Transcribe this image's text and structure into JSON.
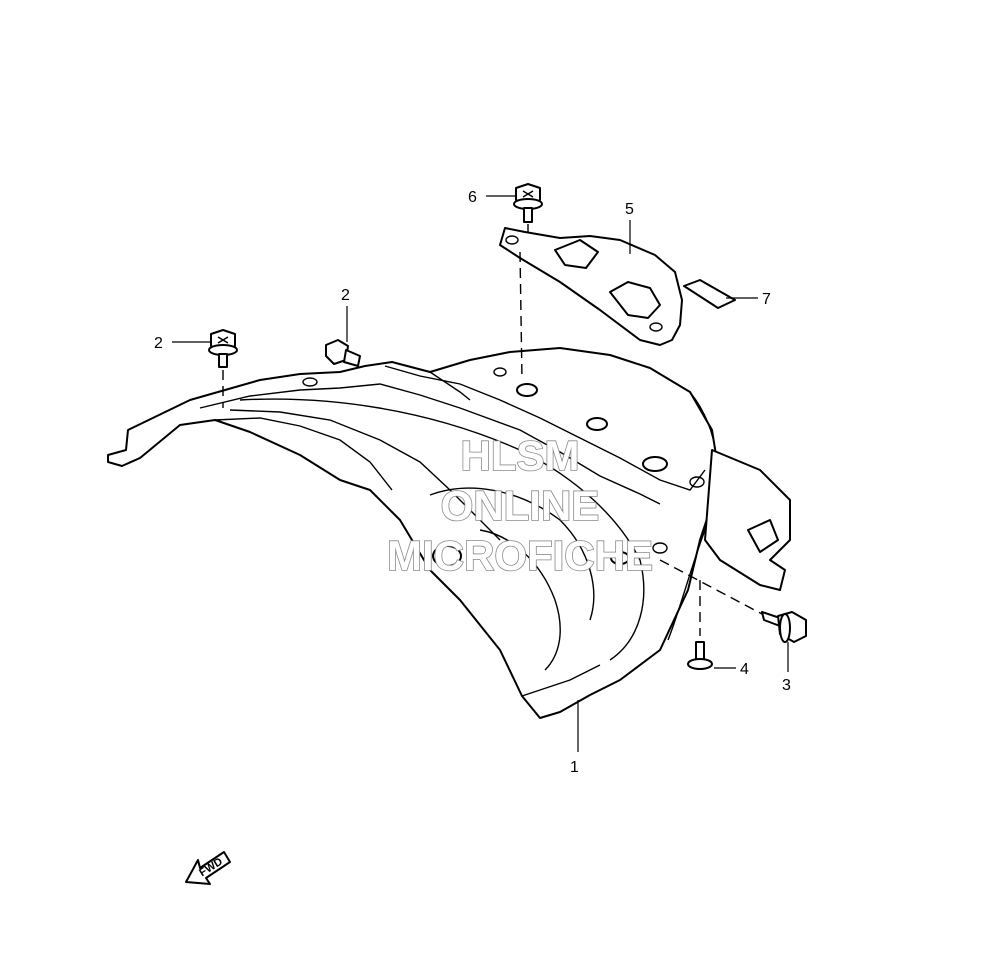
{
  "callouts": [
    {
      "id": "c1",
      "label": "1"
    },
    {
      "id": "c2a",
      "label": "2"
    },
    {
      "id": "c2b",
      "label": "2"
    },
    {
      "id": "c3",
      "label": "3"
    },
    {
      "id": "c4",
      "label": "4"
    },
    {
      "id": "c5",
      "label": "5"
    },
    {
      "id": "c6",
      "label": "6"
    },
    {
      "id": "c7",
      "label": "7"
    }
  ],
  "watermark": {
    "line1": "HLSM",
    "line2": "ONLINE",
    "line3": "MICROFICHE"
  },
  "fwd_arrow": {
    "label": "FWD",
    "icon": "forward-direction-arrow-icon"
  },
  "colors": {
    "line": "#000000",
    "background": "#ffffff",
    "watermark_outline": "#8a8a8a"
  }
}
